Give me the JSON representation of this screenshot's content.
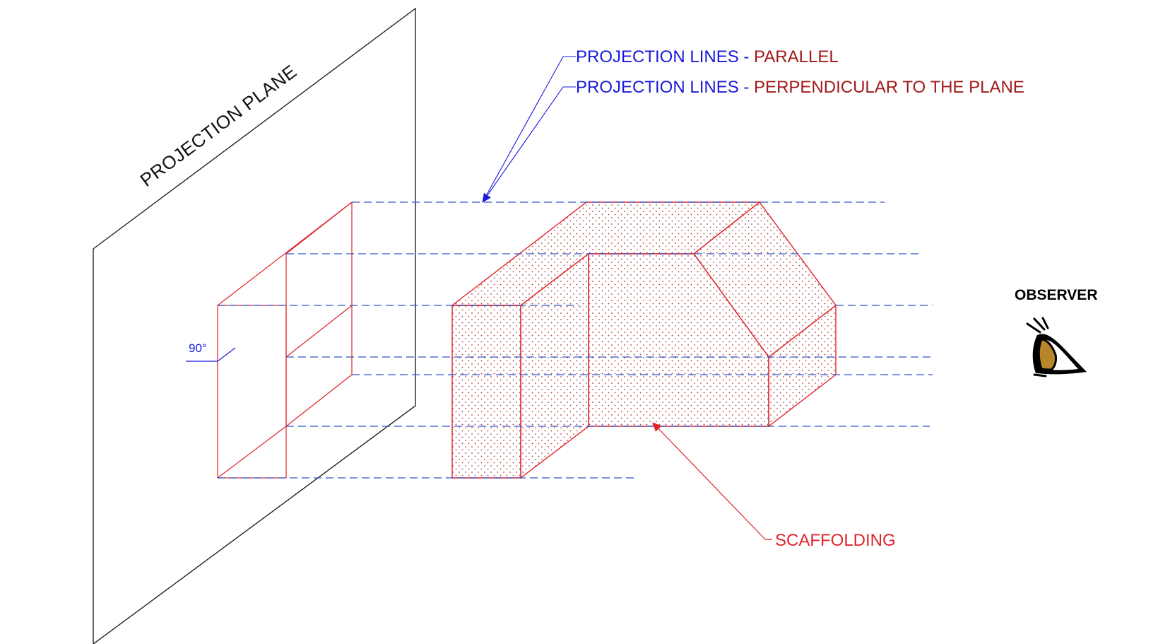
{
  "diagram": {
    "plane_label": "PROJECTION PLANE",
    "legend": [
      {
        "prefix": "PROJECTION LINES",
        "separator": " - ",
        "suffix": "PARALLEL"
      },
      {
        "prefix": "PROJECTION LINES",
        "separator": " - ",
        "suffix": "PERPENDICULAR TO THE PLANE"
      }
    ],
    "angle_label": "90°",
    "object_label": "SCAFFOLDING",
    "observer_label": "OBSERVER",
    "icons": {
      "observer": "eye-icon",
      "arrows": "arrow-icon"
    },
    "colors": {
      "plane": "#222222",
      "projection_lines": "#3355cc",
      "legend_blue": "#1a1adb",
      "legend_darkred": "#a11a1a",
      "object_outline": "#e0242c",
      "object_fill_dots": "#b34040",
      "eye_iris": "#b8862a"
    }
  }
}
